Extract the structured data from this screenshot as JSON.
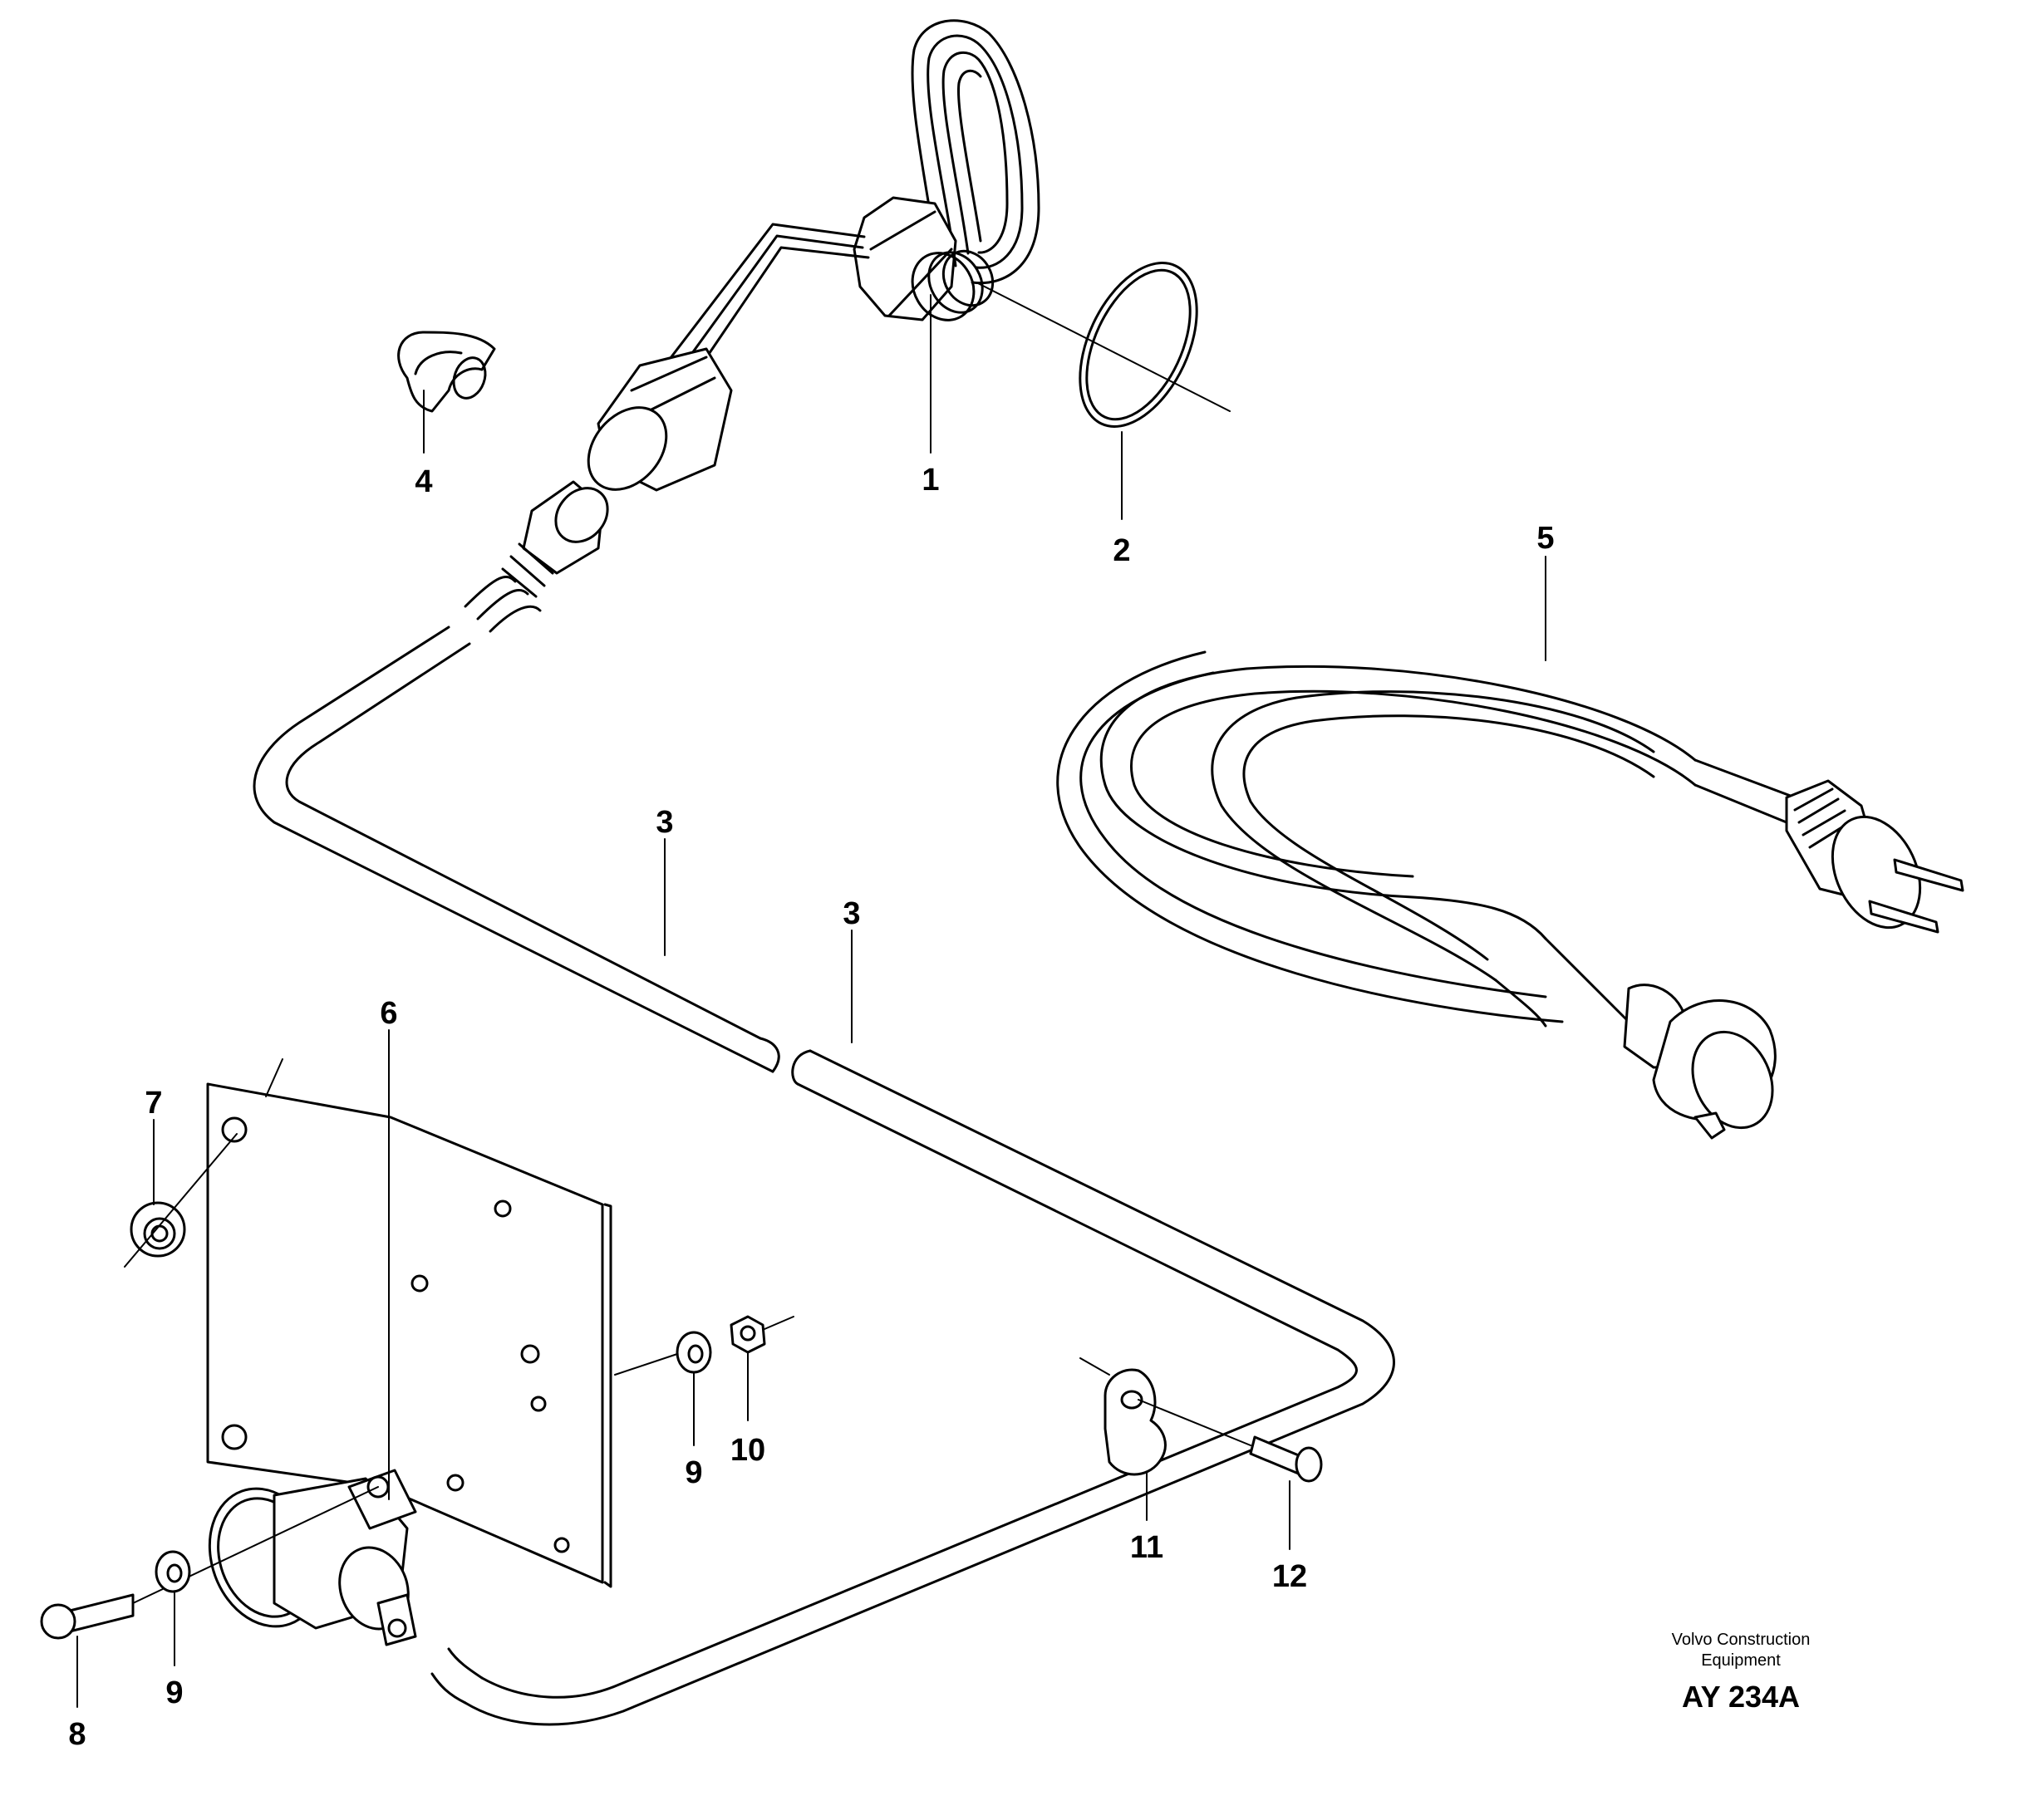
{
  "diagram": {
    "callouts": [
      {
        "id": "1",
        "text": "1"
      },
      {
        "id": "2",
        "text": "2"
      },
      {
        "id": "3a",
        "text": "3"
      },
      {
        "id": "3b",
        "text": "3"
      },
      {
        "id": "4",
        "text": "4"
      },
      {
        "id": "5",
        "text": "5"
      },
      {
        "id": "6",
        "text": "6"
      },
      {
        "id": "7",
        "text": "7"
      },
      {
        "id": "8",
        "text": "8"
      },
      {
        "id": "9a",
        "text": "9"
      },
      {
        "id": "9b",
        "text": "9"
      },
      {
        "id": "10",
        "text": "10"
      },
      {
        "id": "11",
        "text": "11"
      },
      {
        "id": "12",
        "text": "12"
      }
    ],
    "credit": {
      "line1": "Volvo Construction",
      "line2": "Equipment",
      "code": "AY 234A"
    }
  }
}
